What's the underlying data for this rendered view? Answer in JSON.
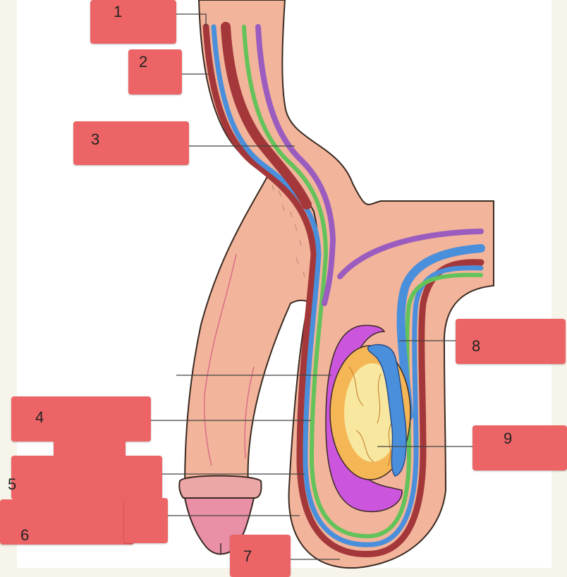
{
  "labels": [
    "1",
    "2",
    "3",
    "4",
    "5",
    "6",
    "7",
    "8",
    "9"
  ],
  "colors": {
    "background": "#f7f4e9",
    "skin": "#f2b49a",
    "skin_outline": "#3a2a22",
    "dark_red_layer": "#a3373a",
    "blue_layer": "#4a8fdc",
    "green_layer": "#63c35a",
    "purple_layer": "#9b5cbf",
    "tunica_magenta": "#cc55dd",
    "testis": "#f5b655",
    "glans": "#e98fa6",
    "label_box": "#ec6466"
  }
}
